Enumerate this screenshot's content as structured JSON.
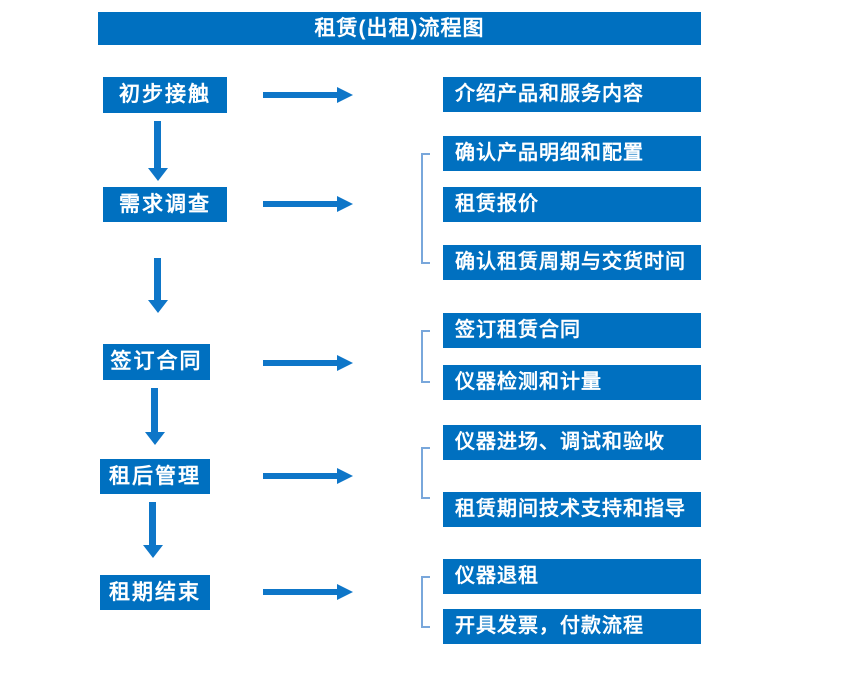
{
  "title": "租赁(出租)流程图",
  "colors": {
    "box_blue": "#0070C0",
    "arrow_blue": "#0E76C8",
    "bracket_blue": "#79A7DB",
    "text_white": "#FFFFFF",
    "background": "#FFFFFF"
  },
  "stages": [
    {
      "label": "初步接触",
      "details": [
        "介绍产品和服务内容"
      ]
    },
    {
      "label": "需求调查",
      "details": [
        "确认产品明细和配置",
        "租赁报价",
        "确认租赁周期与交货时间"
      ]
    },
    {
      "label": "签订合同",
      "details": [
        "签订租赁合同",
        "仪器检测和计量"
      ]
    },
    {
      "label": "租后管理",
      "details": [
        "仪器进场、调试和验收",
        "租赁期间技术支持和指导"
      ]
    },
    {
      "label": "租期结束",
      "details": [
        "仪器退租",
        "开具发票，付款流程"
      ]
    }
  ]
}
